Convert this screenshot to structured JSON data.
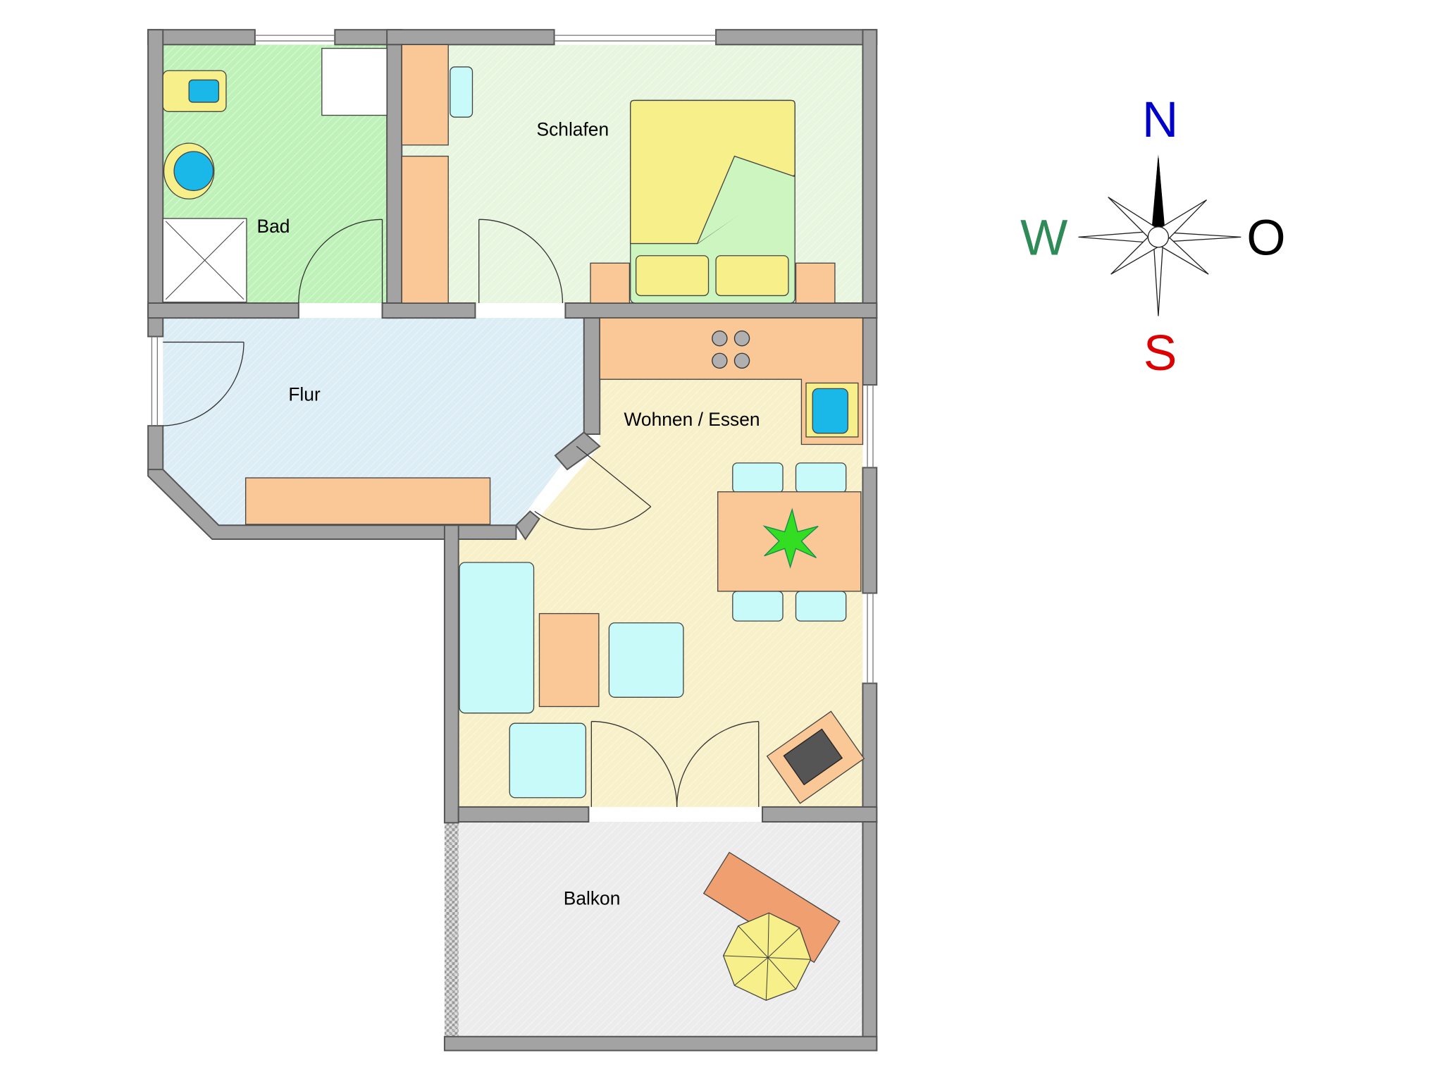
{
  "title": "Floor plan",
  "rooms": {
    "bad": "Bad",
    "schlafen": "Schlafen",
    "flur": "Flur",
    "wohnen": "Wohnen / Essen",
    "balkon": "Balkon"
  },
  "compass": {
    "north": "N",
    "south": "S",
    "west": "W",
    "east": "O"
  },
  "colors": {
    "bad": "#bff2b8",
    "schlafen": "#e8f6e0",
    "flur": "#dcedf5",
    "wohnen": "#f8f0c8",
    "balkon": "#ececec",
    "furniture": "#f9c896",
    "north": "#0000cc",
    "south": "#dd0000",
    "west": "#2e8b57",
    "east": "#000000"
  }
}
